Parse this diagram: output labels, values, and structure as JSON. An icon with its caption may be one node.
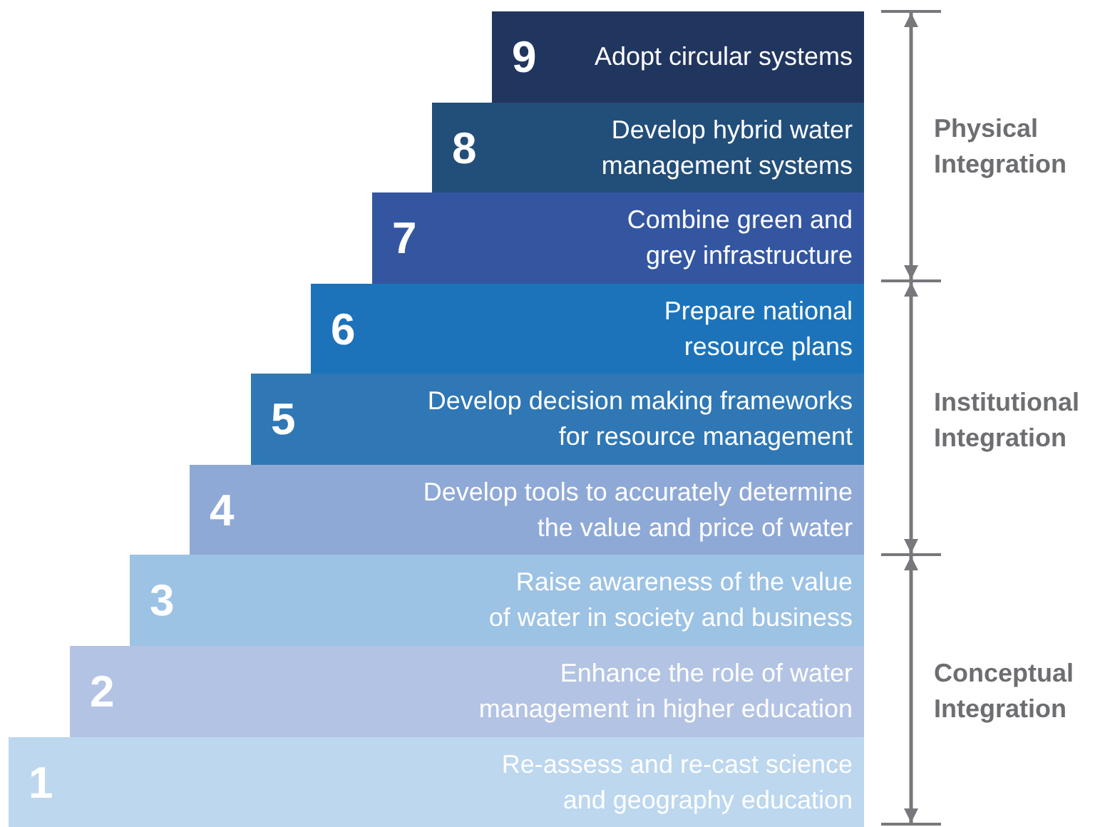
{
  "diagram": {
    "nodes": [
      {
        "text": [
          "9",
          "Adopt circular systems"
        ]
      },
      {
        "text": [
          "8",
          "Develop hybrid water management systems"
        ]
      },
      {
        "text": [
          "7",
          "Combine green and grey infrastructure"
        ]
      },
      {
        "text": [
          "6",
          "Prepare national resource plans"
        ]
      },
      {
        "text": [
          "5",
          "Develop decision making frameworks for resource management"
        ]
      },
      {
        "text": [
          "4",
          "Develop tools to accurately determine the value and price of water"
        ]
      },
      {
        "text": [
          "3",
          "Raise awareness of the value of water in society and business"
        ]
      },
      {
        "text": [
          "2",
          "Enhance the role of water management in higher education"
        ]
      },
      {
        "text": [
          "1",
          "Re-assess and re-cast science and geography education"
        ]
      }
    ],
    "edges": [],
    "labels": [
      "Physical Integration",
      "Institutional Integration",
      "Conceptual Integration"
    ]
  }
}
